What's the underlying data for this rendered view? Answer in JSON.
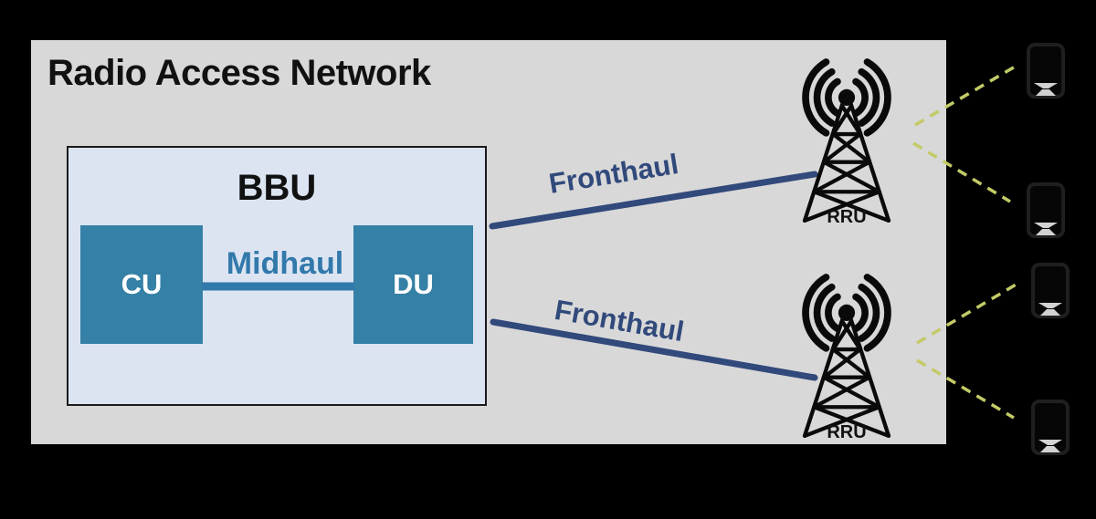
{
  "panel": {
    "title": "Radio Access Network"
  },
  "bbu": {
    "title": "BBU",
    "units": [
      {
        "label": "CU"
      },
      {
        "label": "DU"
      }
    ],
    "midhaul_label": "Midhaul"
  },
  "links": {
    "fronthaul": [
      {
        "label": "Fronthaul"
      },
      {
        "label": "Fronthaul"
      }
    ],
    "device_link_style": "dashed"
  },
  "rrus": [
    {
      "label": "RRU",
      "icon": "cell-tower-icon"
    },
    {
      "label": "RRU",
      "icon": "cell-tower-icon"
    }
  ],
  "devices": [
    {
      "icon": "monitor-icon"
    },
    {
      "icon": "monitor-icon"
    },
    {
      "icon": "monitor-icon"
    },
    {
      "icon": "monitor-icon"
    }
  ],
  "colors": {
    "canvas_bg": "#000000",
    "panel_bg": "#d8d8d8",
    "panel_text": "#111111",
    "bbu_bg": "#dce4f2",
    "bbu_border": "#1a1a1a",
    "unit_fill": "#3580a6",
    "unit_text": "#ffffff",
    "midhaul": "#3279ab",
    "fronthaul": "#31497b",
    "device_link": "#c3ca67",
    "tower": "#0a0a0a",
    "device_outline": "#1f1f1f",
    "device_stand": "#d2d2d2"
  }
}
